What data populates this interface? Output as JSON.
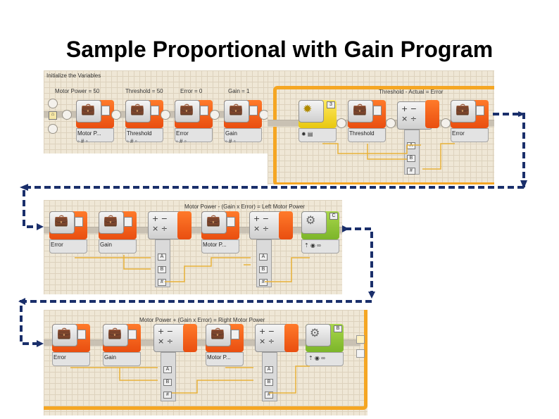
{
  "page": {
    "title": "Sample Proportional with Gain Program"
  },
  "panel1": {
    "section_label": "Initialize the Variables",
    "comments": [
      "Motor Power = 50",
      "Threshold = 50",
      "Error = 0",
      "Gain = 1"
    ],
    "blocks": [
      {
        "label": "Motor P..."
      },
      {
        "label": "Threshold"
      },
      {
        "label": "Error"
      },
      {
        "label": "Gain"
      }
    ]
  },
  "panel2": {
    "comment": "Threshold - Actual  =  Error",
    "blocks": [
      {
        "label": "Threshold"
      },
      {
        "label": "Error"
      }
    ],
    "sensor_port": "3",
    "plug_labels": [
      "A",
      "B"
    ]
  },
  "panel3": {
    "comment": "Motor Power - (Gain x Error)  =  Left Motor Power",
    "blocks": [
      {
        "label": "Error"
      },
      {
        "label": "Gain"
      },
      {
        "label": "Motor P..."
      }
    ],
    "motor_port": "C",
    "plug_labels": [
      "A",
      "B"
    ]
  },
  "panel4": {
    "comment": "Motor Power + (Gain x Error)  =  Right Motor Power",
    "blocks": [
      {
        "label": "Error"
      },
      {
        "label": "Gain"
      },
      {
        "label": "Motor P..."
      }
    ],
    "motor_port": "B",
    "plug_labels": [
      "A",
      "B"
    ]
  },
  "colors": {
    "variable_block": "#f06a1c",
    "motor_block": "#8cc63f",
    "sensor_block": "#f7dc1e",
    "wire": "#e8b23a",
    "loop": "#f5a623",
    "arrow": "#1a2f6b",
    "canvas": "#efe7d6"
  }
}
